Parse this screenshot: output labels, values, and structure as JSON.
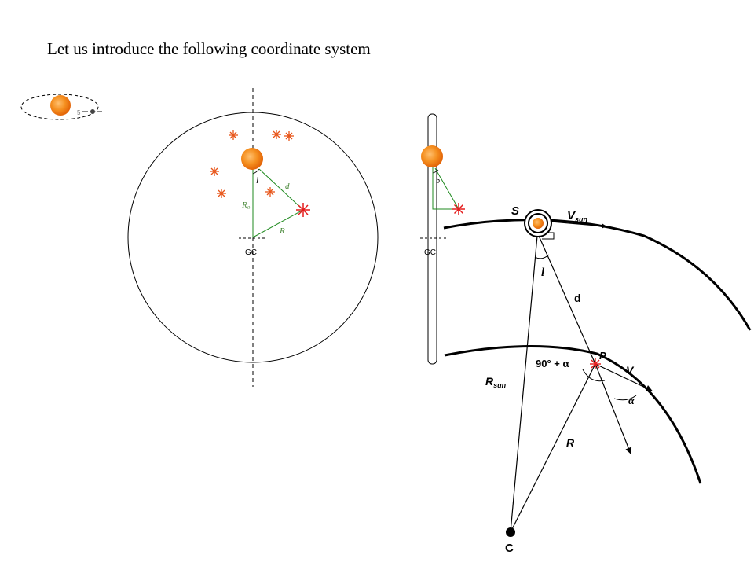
{
  "title": "Let us introduce the following coordinate system",
  "top_view": {
    "sun_distance_label": "R₀",
    "distance_label": "d",
    "radius_label": "R",
    "longitude_label": "l",
    "center_label": "GC"
  },
  "side_view": {
    "latitude_label": "b",
    "center_label": "GC"
  },
  "rotation_figure": {
    "sun_label": "S",
    "sun_velocity_label": "V",
    "sun_velocity_sub": "sun",
    "longitude_label": "l",
    "distance_label": "d",
    "point_label": "P",
    "angle_label": "90° + α",
    "velocity_label": "V",
    "alpha_label": "α",
    "rsun_label": "R",
    "rsun_sub": "sun",
    "radius_label": "R",
    "center_label": "C"
  },
  "colors": {
    "sun_core": "#f07d10",
    "sun_glow": "#ffb060",
    "star": "#e8561a",
    "star_red": "#e41c1c",
    "geometry_green": "#1f8a1f",
    "label_green": "#4b8a3c"
  },
  "icons": [
    "sun-icon",
    "star-icon",
    "satellite-icon"
  ]
}
